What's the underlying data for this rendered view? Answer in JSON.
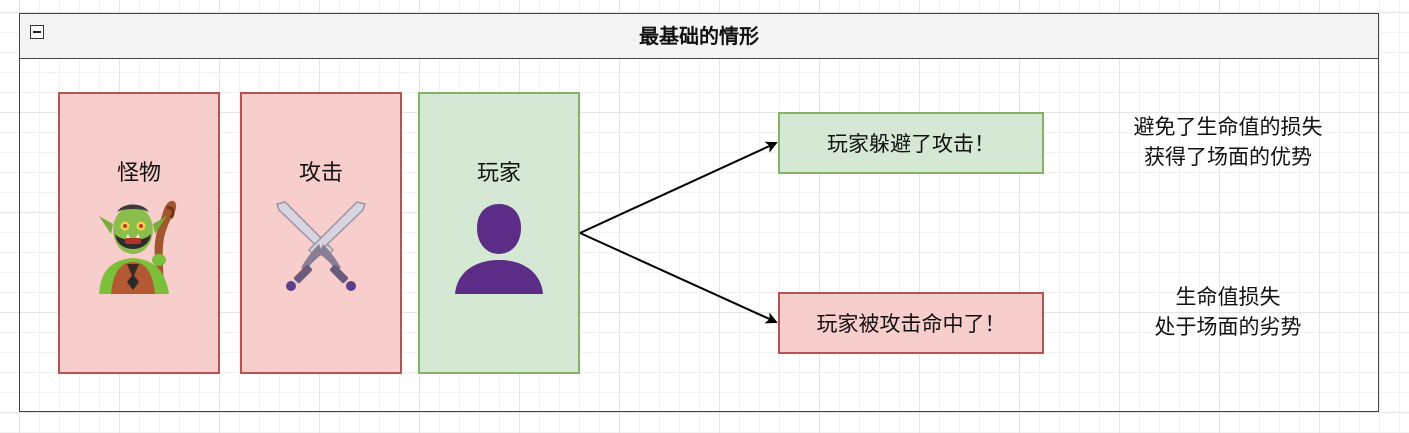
{
  "container": {
    "title": "最基础的情形"
  },
  "cards": {
    "monster": {
      "label": "怪物",
      "icon": "orc-with-staff-icon"
    },
    "attack": {
      "label": "攻击",
      "icon": "crossed-swords-icon"
    },
    "player": {
      "label": "玩家",
      "icon": "person-silhouette-icon"
    }
  },
  "outcomes": {
    "dodge": {
      "label": "玩家躲避了攻击！",
      "note_line1": "避免了生命值的损失",
      "note_line2": "获得了场面的优势"
    },
    "hit": {
      "label": "玩家被攻击命中了！",
      "note_line1": "生命值损失",
      "note_line2": "处于场面的劣势"
    }
  },
  "colors": {
    "red_fill": "#f8cecc",
    "red_stroke": "#b85450",
    "green_fill": "#d5e8d4",
    "green_stroke": "#82b366",
    "player_icon": "#5b2d86"
  }
}
